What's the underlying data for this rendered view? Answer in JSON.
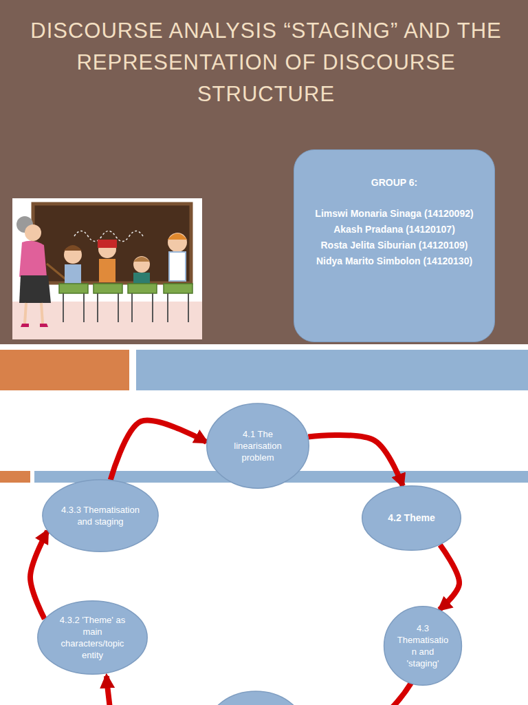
{
  "diagram": {
    "title": "DISCOURSE ANALYSIS “STAGING” AND THE REPRESENTATION OF DISCOURSE STRUCTURE",
    "nodes": [
      {
        "text": [
          "GROUP 6:",
          "Limswi Monaria Sinaga (14120092)",
          "Akash Pradana (14120107)",
          "Rosta Jelita Siburian (14120109)",
          "Nidya Marito Simbolon (14120130)"
        ]
      },
      {
        "text": [
          "4.1 The linearisation problem"
        ]
      },
      {
        "text": [
          "4.2 Theme"
        ]
      },
      {
        "text": [
          "4.3 Thematisation and 'staging'"
        ]
      },
      {
        "text": [
          "4.3.2 'Theme' as main characters/topic entity"
        ]
      },
      {
        "text": [
          "4.3.3 Thematisation and staging"
        ]
      }
    ],
    "edges": [
      {
        "from": 5,
        "to": 1,
        "arrow": "to"
      },
      {
        "from": 1,
        "to": 2,
        "arrow": "to"
      },
      {
        "from": 2,
        "to": 3,
        "arrow": "to"
      },
      {
        "from": 4,
        "to": 5,
        "arrow": "to"
      }
    ]
  }
}
